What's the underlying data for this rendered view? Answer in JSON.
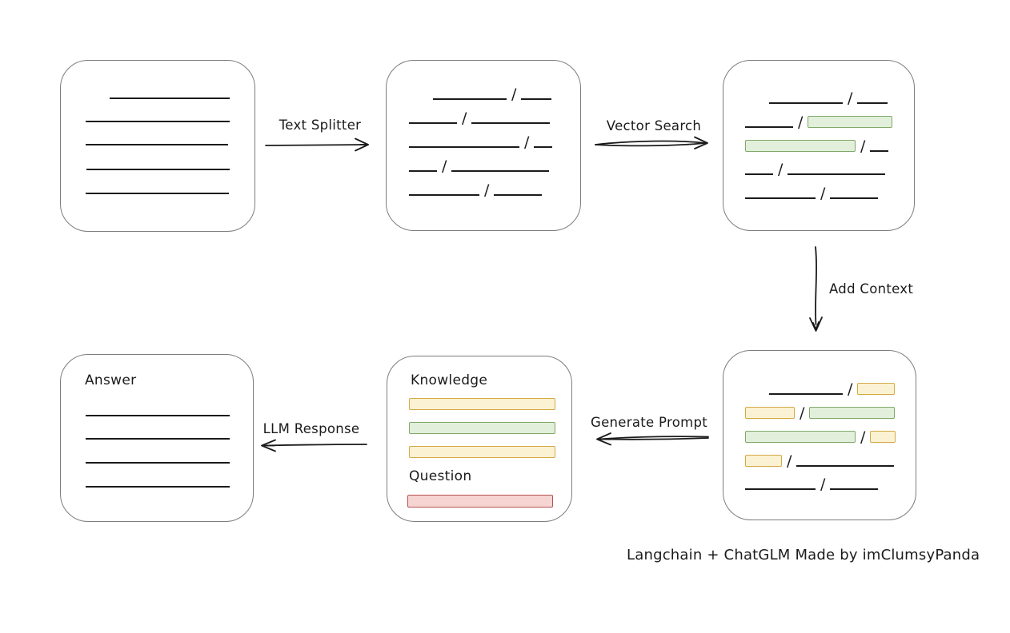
{
  "colors": {
    "ink": "#1b1b1b",
    "box_border": "#7d7d7d",
    "green_fill": "#e2efdb",
    "green_border": "#7fa968",
    "yellow_fill": "#fbf2d3",
    "yellow_border": "#d4aa45",
    "red_fill": "#f6d4d2",
    "red_border": "#b4524e"
  },
  "arrows": {
    "text_splitter": {
      "label": "Text Splitter"
    },
    "vector_search": {
      "label": "Vector Search"
    },
    "add_context": {
      "label": "Add Context"
    },
    "generate_prompt": {
      "label": "Generate Prompt"
    },
    "llm_response": {
      "label": "LLM Response"
    }
  },
  "footer": {
    "credit": "Langchain + ChatGLM Made by imClumsyPanda"
  },
  "boxes": {
    "document": {
      "rows": [
        {
          "baseline": 46,
          "indent": 61,
          "segs": [
            {
              "t": "line",
              "w": 150
            }
          ]
        },
        {
          "baseline": 75,
          "indent": 31,
          "segs": [
            {
              "t": "line",
              "w": 180
            }
          ]
        },
        {
          "baseline": 104,
          "indent": 31,
          "segs": [
            {
              "t": "line",
              "w": 178
            }
          ]
        },
        {
          "baseline": 135,
          "indent": 32,
          "segs": [
            {
              "t": "line",
              "w": 179
            }
          ]
        },
        {
          "baseline": 165,
          "indent": 31,
          "segs": [
            {
              "t": "line",
              "w": 179
            }
          ]
        }
      ]
    },
    "chunks": {
      "rows": [
        {
          "baseline": 47,
          "indent": 58,
          "segs": [
            {
              "t": "line",
              "w": 92
            },
            {
              "t": "slash"
            },
            {
              "t": "line",
              "w": 38
            }
          ]
        },
        {
          "baseline": 77,
          "indent": 28,
          "segs": [
            {
              "t": "line",
              "w": 60
            },
            {
              "t": "slash"
            },
            {
              "t": "line",
              "w": 98
            }
          ]
        },
        {
          "baseline": 107,
          "indent": 28,
          "segs": [
            {
              "t": "line",
              "w": 138
            },
            {
              "t": "slash"
            },
            {
              "t": "line",
              "w": 23
            }
          ]
        },
        {
          "baseline": 137,
          "indent": 28,
          "segs": [
            {
              "t": "line",
              "w": 35
            },
            {
              "t": "slash"
            },
            {
              "t": "line",
              "w": 122
            }
          ]
        },
        {
          "baseline": 167,
          "indent": 28,
          "segs": [
            {
              "t": "line",
              "w": 88
            },
            {
              "t": "slash"
            },
            {
              "t": "line",
              "w": 60
            }
          ]
        }
      ]
    },
    "retrieval": {
      "rows": [
        {
          "baseline": 52,
          "indent": 57,
          "segs": [
            {
              "t": "line",
              "w": 92
            },
            {
              "t": "slash"
            },
            {
              "t": "line",
              "w": 38
            }
          ]
        },
        {
          "baseline": 82,
          "indent": 27,
          "segs": [
            {
              "t": "line",
              "w": 60
            },
            {
              "t": "slash"
            },
            {
              "t": "chip",
              "c": "green",
              "w": 106
            }
          ]
        },
        {
          "baseline": 112,
          "indent": 27,
          "segs": [
            {
              "t": "chip",
              "c": "green",
              "w": 138
            },
            {
              "t": "slash"
            },
            {
              "t": "line",
              "w": 23
            }
          ]
        },
        {
          "baseline": 141,
          "indent": 27,
          "segs": [
            {
              "t": "line",
              "w": 35
            },
            {
              "t": "slash"
            },
            {
              "t": "line",
              "w": 122
            }
          ]
        },
        {
          "baseline": 171,
          "indent": 27,
          "segs": [
            {
              "t": "line",
              "w": 88
            },
            {
              "t": "slash"
            },
            {
              "t": "line",
              "w": 60
            }
          ]
        }
      ]
    },
    "context": {
      "rows": [
        {
          "baseline": 53,
          "indent": 57,
          "segs": [
            {
              "t": "line",
              "w": 92
            },
            {
              "t": "slash"
            },
            {
              "t": "chip",
              "c": "yellow",
              "w": 47
            }
          ]
        },
        {
          "baseline": 83,
          "indent": 27,
          "segs": [
            {
              "t": "chip",
              "c": "yellow",
              "w": 62
            },
            {
              "t": "slash"
            },
            {
              "t": "chip",
              "c": "green",
              "w": 107
            }
          ]
        },
        {
          "baseline": 113,
          "indent": 27,
          "segs": [
            {
              "t": "chip",
              "c": "green",
              "w": 138
            },
            {
              "t": "slash"
            },
            {
              "t": "chip",
              "c": "yellow",
              "w": 32
            }
          ]
        },
        {
          "baseline": 143,
          "indent": 27,
          "segs": [
            {
              "t": "chip",
              "c": "yellow",
              "w": 46
            },
            {
              "t": "slash"
            },
            {
              "t": "line",
              "w": 122
            }
          ]
        },
        {
          "baseline": 172,
          "indent": 27,
          "segs": [
            {
              "t": "line",
              "w": 88
            },
            {
              "t": "slash"
            },
            {
              "t": "line",
              "w": 60
            }
          ]
        }
      ]
    },
    "prompt": {
      "knowledge_label": "Knowledge",
      "question_label": "Question",
      "rows": [
        {
          "baseline": 65,
          "indent": 27,
          "segs": [
            {
              "t": "chip",
              "c": "yellow",
              "w": 183
            }
          ]
        },
        {
          "baseline": 95,
          "indent": 27,
          "segs": [
            {
              "t": "chip",
              "c": "green",
              "w": 183
            }
          ]
        },
        {
          "baseline": 125,
          "indent": 27,
          "segs": [
            {
              "t": "chip",
              "c": "yellow",
              "w": 183
            }
          ]
        },
        {
          "baseline": 187,
          "indent": 25,
          "segs": [
            {
              "t": "chip",
              "c": "red",
              "w": 182,
              "h": 16
            }
          ]
        }
      ]
    },
    "answer": {
      "label": "Answer",
      "rows": [
        {
          "baseline": 75,
          "indent": 31,
          "segs": [
            {
              "t": "line",
              "w": 180
            }
          ]
        },
        {
          "baseline": 104,
          "indent": 31,
          "segs": [
            {
              "t": "line",
              "w": 180
            }
          ]
        },
        {
          "baseline": 134,
          "indent": 31,
          "segs": [
            {
              "t": "line",
              "w": 180
            }
          ]
        },
        {
          "baseline": 164,
          "indent": 31,
          "segs": [
            {
              "t": "line",
              "w": 180
            }
          ]
        }
      ]
    }
  }
}
